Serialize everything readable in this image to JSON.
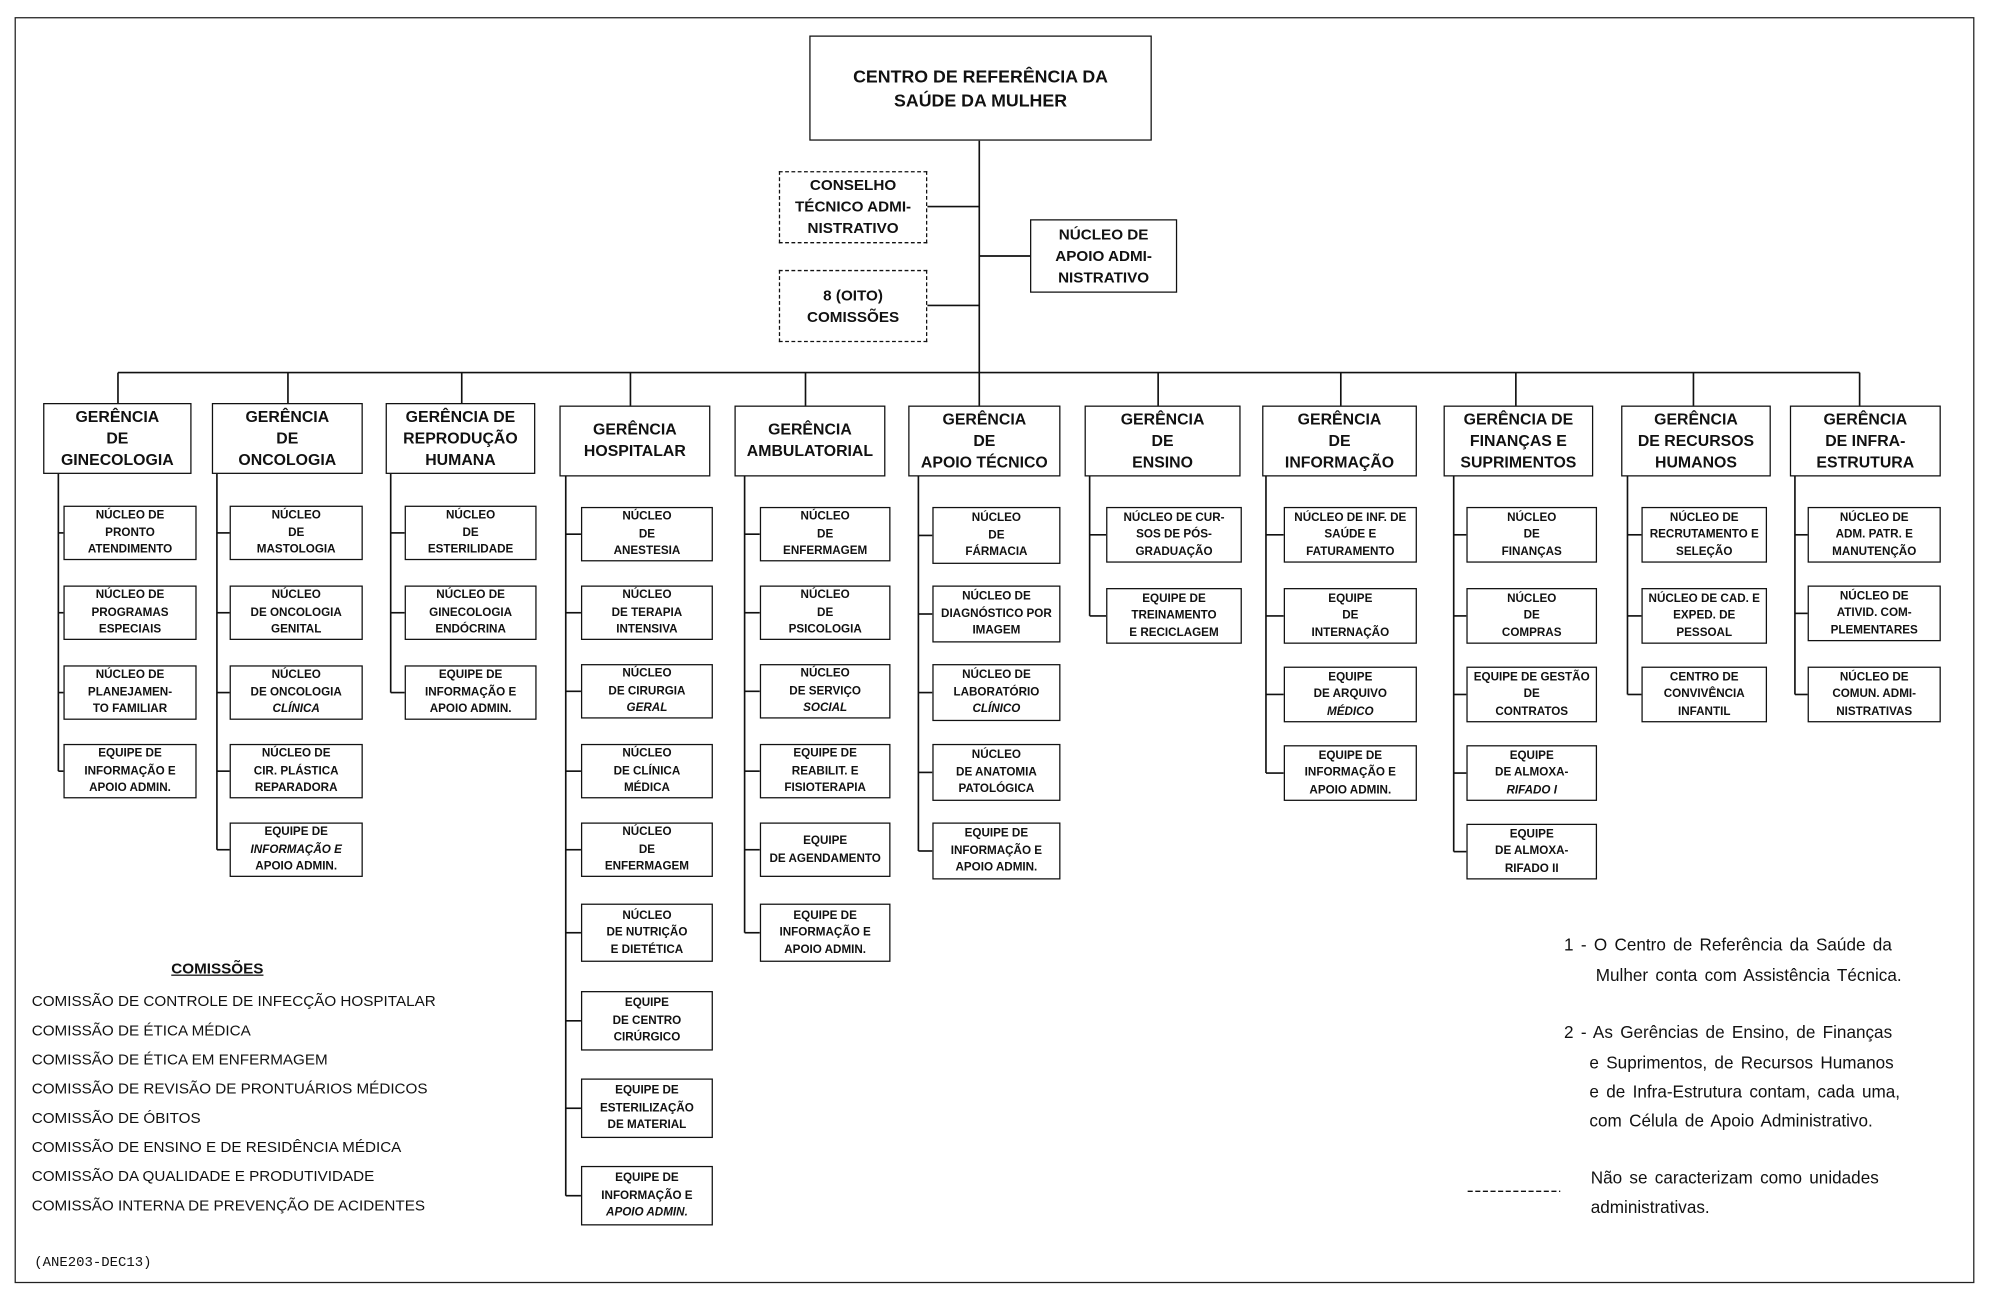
{
  "root_unit": {
    "lines": [
      "CENTRO DE REFERÊNCIA DA",
      "SAÚDE DA MULHER"
    ]
  },
  "conselho": {
    "lines": [
      "CONSELHO",
      "TÉCNICO ADMI-",
      "NISTRATIVO"
    ]
  },
  "nucleo_apoio": {
    "lines": [
      "NÚCLEO DE",
      "APOIO ADMI-",
      "NISTRATIVO"
    ]
  },
  "comissoes_box": {
    "lines": [
      "8 (OITO)",
      "COMISSÕES"
    ]
  },
  "gerencias": [
    {
      "lines": [
        "GERÊNCIA",
        "DE",
        "GINECOLOGIA"
      ],
      "units": [
        [
          "NÚCLEO DE",
          "PRONTO",
          "ATENDIMENTO"
        ],
        [
          "NÚCLEO DE",
          "PROGRAMAS",
          "ESPECIAIS"
        ],
        [
          "NÚCLEO DE",
          "PLANEJAMEN-",
          "TO FAMILIAR"
        ],
        [
          "EQUIPE DE",
          "INFORMAÇÃO E",
          "APOIO ADMIN."
        ]
      ]
    },
    {
      "lines": [
        "GERÊNCIA",
        "DE",
        "ONCOLOGIA"
      ],
      "units": [
        [
          "NÚCLEO",
          "DE",
          "MASTOLOGIA"
        ],
        [
          "NÚCLEO",
          "DE ONCOLOGIA",
          "GENITAL"
        ],
        [
          "NÚCLEO",
          "DE ONCOLOGIA",
          "CLÍNICA"
        ],
        [
          "NÚCLEO DE",
          "CIR. PLÁSTICA",
          "REPARADORA"
        ],
        [
          "EQUIPE DE",
          "INFORMAÇÃO E",
          "APOIO ADMIN."
        ]
      ]
    },
    {
      "lines": [
        "GERÊNCIA DE",
        "REPRODUÇÃO",
        "HUMANA"
      ],
      "units": [
        [
          "NÚCLEO",
          "DE",
          "ESTERILIDADE"
        ],
        [
          "NÚCLEO DE",
          "GINECOLOGIA",
          "ENDÓCRINA"
        ],
        [
          "EQUIPE DE",
          "INFORMAÇÃO E",
          "APOIO ADMIN."
        ]
      ]
    },
    {
      "lines": [
        "GERÊNCIA",
        "HOSPITALAR"
      ],
      "units": [
        [
          "NÚCLEO",
          "DE",
          "ANESTESIA"
        ],
        [
          "NÚCLEO",
          "DE TERAPIA",
          "INTENSIVA"
        ],
        [
          "NÚCLEO",
          "DE CIRURGIA",
          "GERAL"
        ],
        [
          "NÚCLEO",
          "DE CLÍNICA",
          "MÉDICA"
        ],
        [
          "NÚCLEO",
          "DE",
          "ENFERMAGEM"
        ],
        [
          "NÚCLEO",
          "DE NUTRIÇÃO",
          "E DIETÉTICA"
        ],
        [
          "EQUIPE",
          "DE CENTRO",
          "CIRÚRGICO"
        ],
        [
          "EQUIPE DE",
          "ESTERILIZAÇÃO",
          "DE MATERIAL"
        ],
        [
          "EQUIPE DE",
          "INFORMAÇÃO E",
          "APOIO ADMIN."
        ]
      ]
    },
    {
      "lines": [
        "GERÊNCIA",
        "AMBULATORIAL"
      ],
      "units": [
        [
          "NÚCLEO",
          "DE",
          "ENFERMAGEM"
        ],
        [
          "NÚCLEO",
          "DE",
          "PSICOLOGIA"
        ],
        [
          "NÚCLEO",
          "DE SERVIÇO",
          "SOCIAL"
        ],
        [
          "EQUIPE DE",
          "REABILIT. E",
          "FISIOTERAPIA"
        ],
        [
          "EQUIPE",
          "DE AGENDAMENTO"
        ],
        [
          "EQUIPE DE",
          "INFORMAÇÃO E",
          "APOIO ADMIN."
        ]
      ]
    },
    {
      "lines": [
        "GERÊNCIA",
        "DE",
        "APOIO TÉCNICO"
      ],
      "units": [
        [
          "NÚCLEO",
          "DE",
          "FÁRMACIA"
        ],
        [
          "NÚCLEO DE",
          "DIAGNÓSTICO POR",
          "IMAGEM"
        ],
        [
          "NÚCLEO DE",
          "LABORATÓRIO",
          "CLÍNICO"
        ],
        [
          "NÚCLEO",
          "DE ANATOMIA",
          "PATOLÓGICA"
        ],
        [
          "EQUIPE DE",
          "INFORMAÇÃO E",
          "APOIO ADMIN."
        ]
      ]
    },
    {
      "lines": [
        "GERÊNCIA",
        "DE",
        "ENSINO"
      ],
      "units": [
        [
          "NÚCLEO DE CUR-",
          "SOS DE PÓS-",
          "GRADUAÇÃO"
        ],
        [
          "EQUIPE DE",
          "TREINAMENTO",
          "E RECICLAGEM"
        ]
      ]
    },
    {
      "lines": [
        "GERÊNCIA",
        "DE",
        "INFORMAÇÃO"
      ],
      "units": [
        [
          "NÚCLEO DE INF. DE",
          "SAÚDE E",
          "FATURAMENTO"
        ],
        [
          "EQUIPE",
          "DE",
          "INTERNAÇÃO"
        ],
        [
          "EQUIPE",
          "DE ARQUIVO",
          "MÉDICO"
        ],
        [
          "EQUIPE DE",
          "INFORMAÇÃO E",
          "APOIO ADMIN."
        ]
      ]
    },
    {
      "lines": [
        "GERÊNCIA DE",
        "FINANÇAS E",
        "SUPRIMENTOS"
      ],
      "units": [
        [
          "NÚCLEO",
          "DE",
          "FINANÇAS"
        ],
        [
          "NÚCLEO",
          "DE",
          "COMPRAS"
        ],
        [
          "EQUIPE DE GESTÃO",
          "DE",
          "CONTRATOS"
        ],
        [
          "EQUIPE",
          "DE ALMOXA-",
          "RIFADO I"
        ],
        [
          "EQUIPE",
          "DE ALMOXA-",
          "RIFADO II"
        ]
      ]
    },
    {
      "lines": [
        "GERÊNCIA",
        "DE RECURSOS",
        "HUMANOS"
      ],
      "units": [
        [
          "NÚCLEO DE",
          "RECRUTAMENTO E",
          "SELEÇÃO"
        ],
        [
          "NÚCLEO DE CAD. E",
          "EXPED. DE",
          "PESSOAL"
        ],
        [
          "CENTRO DE",
          "CONVIVÊNCIA",
          "INFANTIL"
        ]
      ]
    },
    {
      "lines": [
        "GERÊNCIA",
        "DE INFRA-",
        "ESTRUTURA"
      ],
      "units": [
        [
          "NÚCLEO DE",
          "ADM. PATR. E",
          "MANUTENÇÃO"
        ],
        [
          "NÚCLEO DE",
          "ATIVID. COM-",
          "PLEMENTARES"
        ],
        [
          "NÚCLEO DE",
          "COMUN. ADMI-",
          "NISTRATIVAS"
        ]
      ]
    }
  ],
  "comissoes": {
    "heading": "COMISSÕES",
    "items": [
      "COMISSÃO DE CONTROLE DE INFECÇÃO HOSPITALAR",
      "COMISSÃO DE ÉTICA MÉDICA",
      "COMISSÃO DE ÉTICA EM ENFERMAGEM",
      "COMISSÃO DE REVISÃO DE PRONTUÁRIOS MÉDICOS",
      "COMISSÃO DE ÓBITOS",
      "COMISSÃO DE ENSINO E DE RESIDÊNCIA MÉDICA",
      "COMISSÃO DA QUALIDADE E PRODUTIVIDADE",
      "COMISSÃO INTERNA DE PREVENÇÃO DE ACIDENTES"
    ]
  },
  "notes": [
    {
      "lines": [
        "1 - O Centro de Referência da Saúde da",
        "Mulher conta com Assistência Técnica."
      ]
    },
    {
      "lines": [
        "2 - As Gerências de Ensino, de Finanças",
        "e Suprimentos, de Recursos Humanos",
        "e de Infra-Estrutura contam, cada uma,",
        "com Célula de Apoio Administrativo."
      ]
    }
  ],
  "legend": {
    "lines": [
      "Não se caracterizam como unidades",
      "administrativas."
    ]
  },
  "footer_code": "(ANE203-DEC13)"
}
